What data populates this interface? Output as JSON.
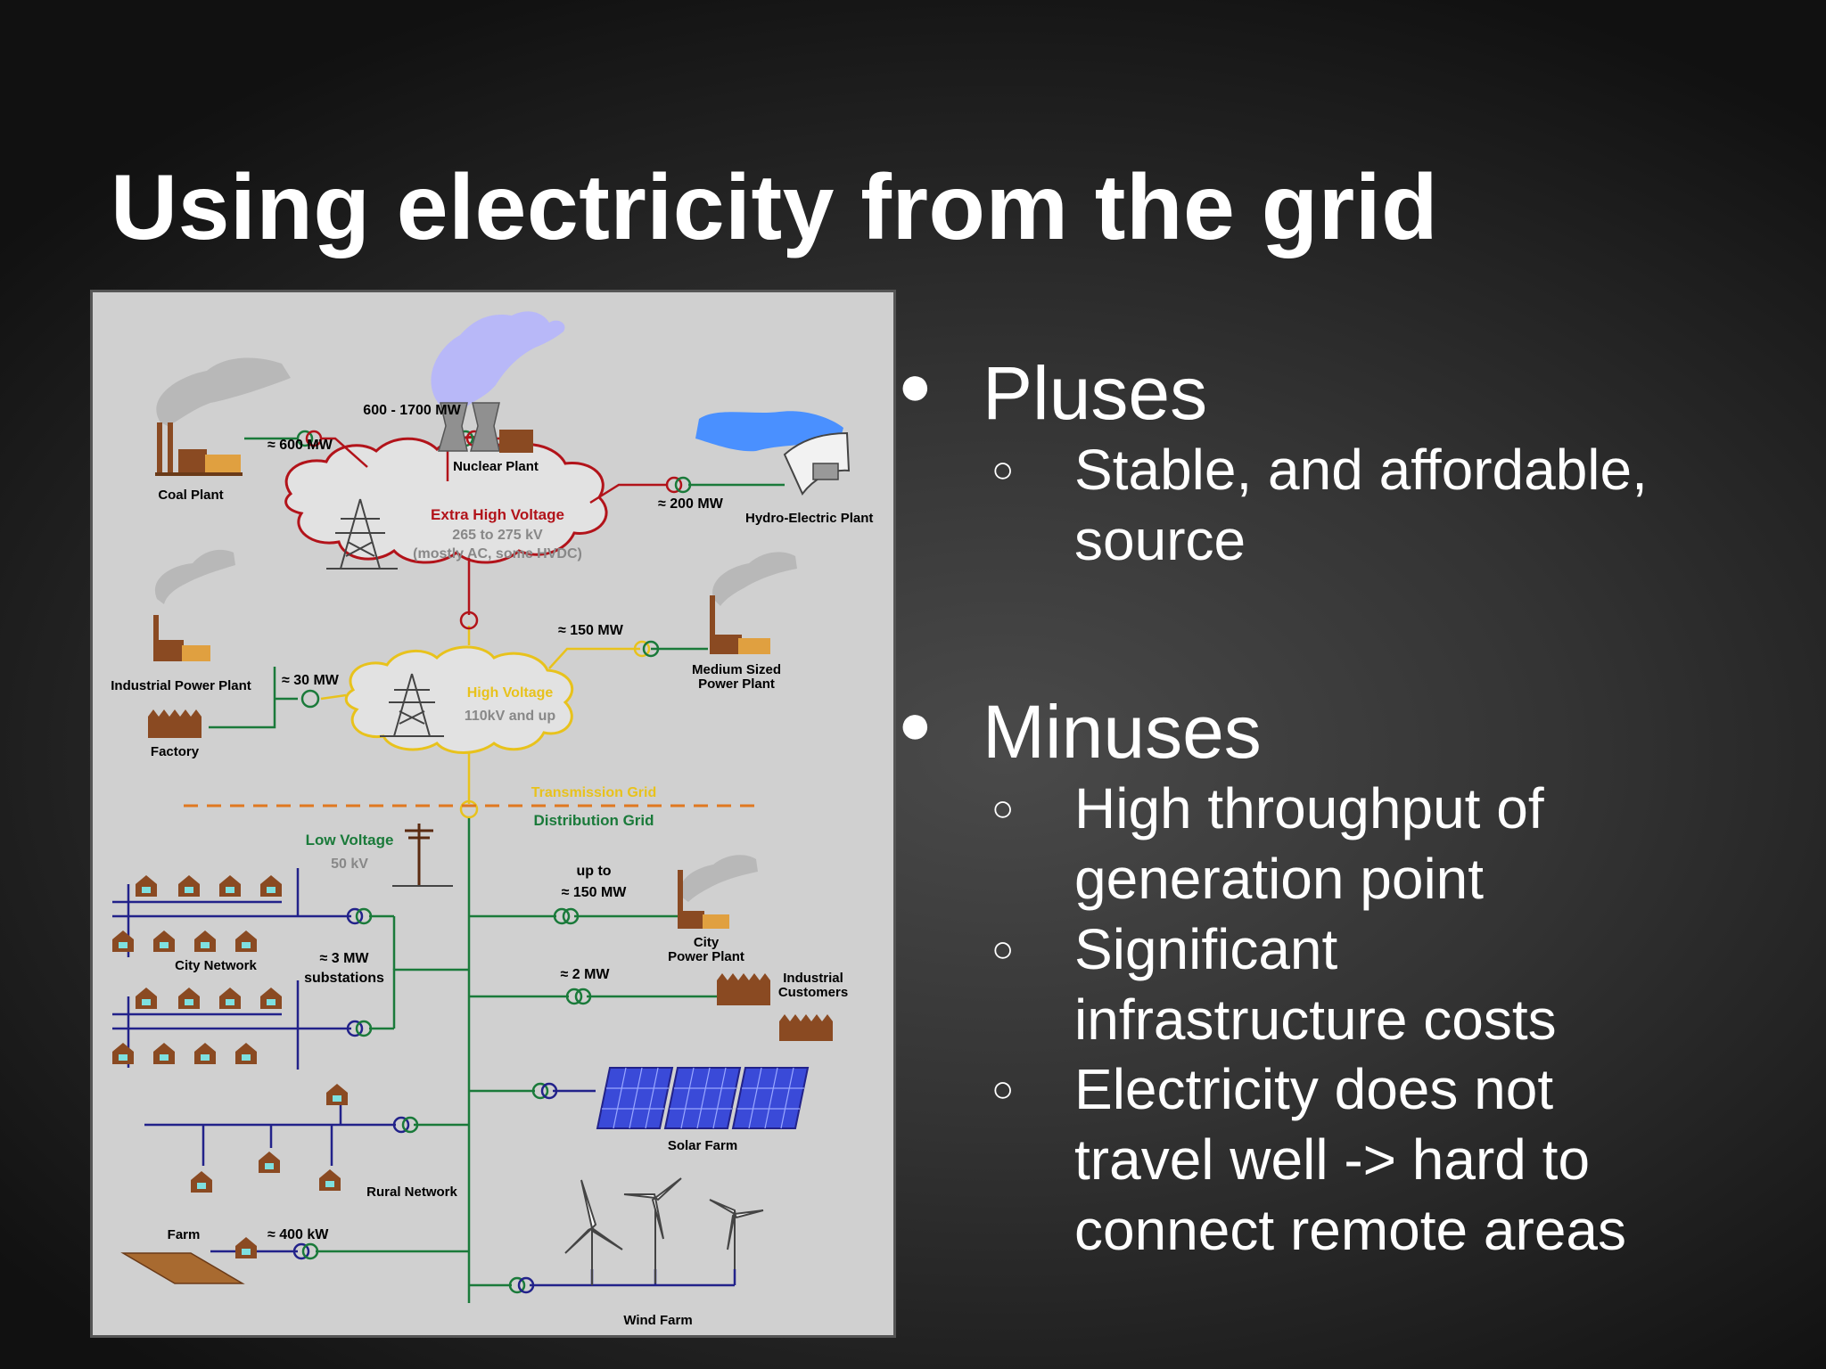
{
  "slide": {
    "title": "Using electricity from the grid"
  },
  "diagram": {
    "coal_plant": "Coal Plant",
    "coal_mw": "≈ 600  MW",
    "nuclear_mw": "600 - 1700  MW",
    "nuclear_plant": "Nuclear Plant",
    "hydro_mw": "≈ 200  MW",
    "hydro_plant": "Hydro-Electric Plant",
    "ehv_title": "Extra High Voltage",
    "ehv_range": "265 to 275 kV",
    "ehv_note": "(mostly AC, some HVDC)",
    "medium_mw": "≈ 150  MW",
    "medium_plant_1": "Medium Sized",
    "medium_plant_2": "Power Plant",
    "industrial_plant": "Industrial Power Plant",
    "industrial_mw": "≈ 30 MW",
    "factory": "Factory",
    "hv_title": "High Voltage",
    "hv_range": "110kV and up",
    "transmission_grid": "Transmission Grid",
    "distribution_grid": "Distribution Grid",
    "lv_title": "Low Voltage",
    "lv_range": "50 kV",
    "city_mw_1": "up to",
    "city_mw_2": "≈ 150  MW",
    "city_plant_1": "City",
    "city_plant_2": "Power Plant",
    "city_network": "City Network",
    "substations_1": "≈ 3  MW",
    "substations_2": "substations",
    "industrial_mw2": "≈ 2  MW",
    "industrial_customers_1": "Industrial",
    "industrial_customers_2": "Customers",
    "solar_farm": "Solar Farm",
    "rural_network": "Rural Network",
    "farm": "Farm",
    "farm_kw": "≈ 400  kW",
    "wind_farm": "Wind Farm"
  },
  "bullets": {
    "pluses": {
      "label": "Pluses",
      "items": [
        "Stable, and affordable,",
        "source"
      ]
    },
    "minuses": {
      "label": "Minuses",
      "items": [
        [
          "High throughput of",
          "generation point"
        ],
        [
          "Significant",
          "infrastructure costs"
        ],
        [
          "Electricity does not",
          "travel well -> hard to",
          "connect remote areas"
        ]
      ]
    }
  },
  "colors": {
    "ehv": "#b2131a",
    "hv": "#e8c21c",
    "distribution": "#1a7a3a",
    "low_voltage_net": "#22228a",
    "brick": "#8a4a22",
    "divider": "#e07820"
  }
}
